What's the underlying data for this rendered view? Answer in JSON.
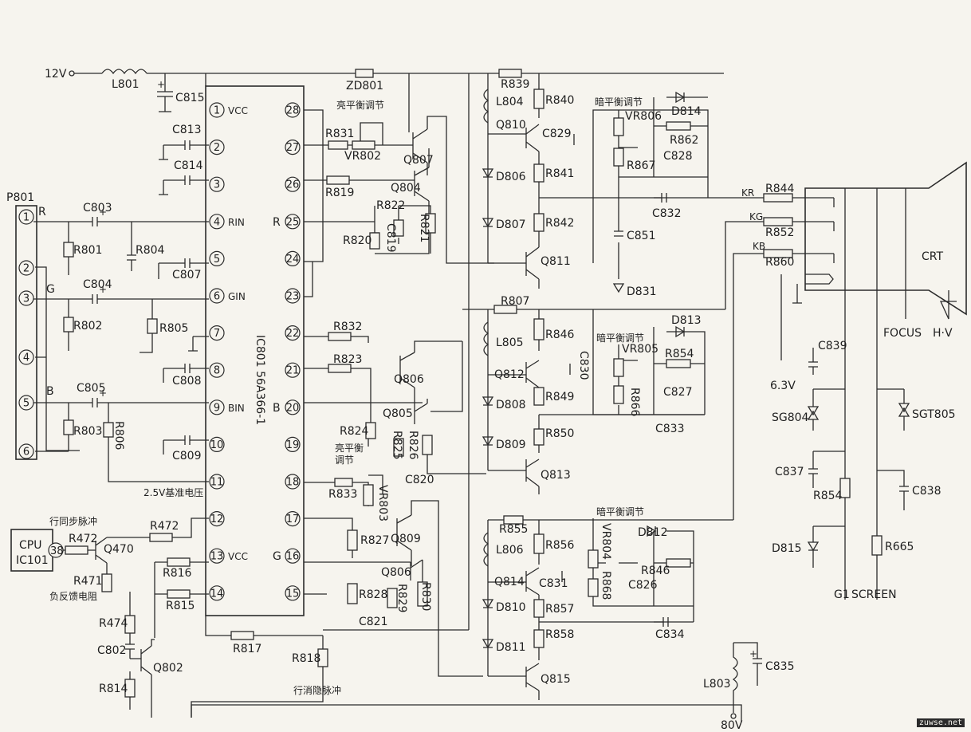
{
  "supply": {
    "v12": "12V",
    "v80": "80V",
    "v63": "6.3V"
  },
  "ic": {
    "name": "IC801  56A366-1",
    "left_pins": [
      {
        "n": "1",
        "label": "VCC"
      },
      {
        "n": "2",
        "label": ""
      },
      {
        "n": "3",
        "label": ""
      },
      {
        "n": "4",
        "label": "RIN"
      },
      {
        "n": "5",
        "label": ""
      },
      {
        "n": "6",
        "label": "GIN"
      },
      {
        "n": "7",
        "label": ""
      },
      {
        "n": "8",
        "label": ""
      },
      {
        "n": "9",
        "label": "BIN"
      },
      {
        "n": "10",
        "label": ""
      },
      {
        "n": "11",
        "label": ""
      },
      {
        "n": "12",
        "label": ""
      },
      {
        "n": "13",
        "label": "VCC"
      },
      {
        "n": "14",
        "label": ""
      }
    ],
    "right_pins": [
      {
        "n": "28",
        "label": ""
      },
      {
        "n": "27",
        "label": ""
      },
      {
        "n": "26",
        "label": ""
      },
      {
        "n": "25",
        "label": "R"
      },
      {
        "n": "24",
        "label": ""
      },
      {
        "n": "23",
        "label": ""
      },
      {
        "n": "22",
        "label": ""
      },
      {
        "n": "21",
        "label": ""
      },
      {
        "n": "20",
        "label": "B"
      },
      {
        "n": "19",
        "label": ""
      },
      {
        "n": "18",
        "label": ""
      },
      {
        "n": "17",
        "label": ""
      },
      {
        "n": "16",
        "label": "G"
      },
      {
        "n": "15",
        "label": ""
      }
    ]
  },
  "connector": {
    "name": "P801",
    "pins": [
      "1",
      "2",
      "3",
      "4",
      "5",
      "6"
    ],
    "signals": {
      "r": "R",
      "g": "G",
      "b": "B"
    }
  },
  "cpu": {
    "line1": "CPU",
    "line2": "IC101",
    "pin": "38"
  },
  "notes": {
    "ref_2v5": "2.5V基准电压",
    "hsync": "行同步脉冲",
    "neg_fb": "负反馈电阻",
    "hblank": "行消隐脉冲",
    "bright_top": "亮平衡调节",
    "bright_mid_1": "亮平衡",
    "bright_mid_2": "调节",
    "dark_r": "暗平衡调节",
    "dark_g": "暗平衡调节",
    "dark_b": "暗平衡调节"
  },
  "crt": {
    "label": "CRT",
    "focus": "FOCUS",
    "hv": "H·V",
    "g1": "G1",
    "screen": "SCREEN",
    "kr": "KR",
    "kg": "KG",
    "kb": "KB"
  },
  "components": {
    "L801": "L801",
    "C815": "C815",
    "C813": "C813",
    "C814": "C814",
    "C803": "C803",
    "R801": "R801",
    "R804": "R804",
    "C807": "C807",
    "C804": "C804",
    "R802": "R802",
    "R805": "R805",
    "C808": "C808",
    "C805": "C805",
    "R803": "R803",
    "R806": "R806",
    "C809": "C809",
    "R472": "R472",
    "Q470": "Q470",
    "R471": "R471",
    "R474": "R474",
    "R816": "R816",
    "R815": "R815",
    "C802": "C802",
    "Q802": "Q802",
    "R814": "R814",
    "R817": "R817",
    "R818": "R818",
    "ZD801": "ZD801",
    "R831": "R831",
    "VR802": "VR802",
    "Q807": "Q807",
    "R819": "R819",
    "Q804": "Q804",
    "R822": "R822",
    "R821": "R821",
    "R820": "R820",
    "C819": "C819",
    "R832": "R832",
    "R823": "R823",
    "Q806a": "Q806",
    "Q805": "Q805",
    "R824": "R824",
    "R825": "R825",
    "R826": "R826",
    "C820": "C820",
    "R833": "R833",
    "VR803": "VR803",
    "R827": "R827",
    "Q809": "Q809",
    "Q806b": "Q806",
    "R828": "R828",
    "R829": "R829",
    "R830": "R830",
    "C821": "C821",
    "R839": "R839",
    "L804": "L804",
    "R840": "R840",
    "Q810": "Q810",
    "C829": "C829",
    "D806": "D806",
    "R841": "R841",
    "D807": "D807",
    "R842": "R842",
    "Q811": "Q811",
    "R807": "R807",
    "L805": "L805",
    "R846a": "R846",
    "C830": "C830",
    "Q812": "Q812",
    "D808": "D808",
    "R849": "R849",
    "D809": "D809",
    "R850": "R850",
    "Q813": "Q813",
    "R855": "R855",
    "L806": "L806",
    "R856": "R856",
    "Q814": "Q814",
    "C831": "C831",
    "D810": "D810",
    "R857": "R857",
    "D811": "D811",
    "R858": "R858",
    "Q815": "Q815",
    "VR806": "VR806",
    "D814": "D814",
    "R862": "R862",
    "C828": "C828",
    "R867": "R867",
    "C832": "C832",
    "C851": "C851",
    "D831": "D831",
    "VR805": "VR805",
    "D813": "D813",
    "R854a": "R854",
    "C827": "C827",
    "R866": "R866",
    "C833": "C833",
    "VR804": "VR804",
    "D812": "D812",
    "R846b": "R846",
    "C826": "C826",
    "R868": "R868",
    "C834": "C834",
    "R844": "R844",
    "R852": "R852",
    "R860": "R860",
    "C839": "C839",
    "SG804": "SG804",
    "SGT805": "SGT805",
    "C837": "C837",
    "R854b": "R854",
    "C838": "C838",
    "D815": "D815",
    "R665": "R665",
    "L803": "L803",
    "C835": "C835"
  },
  "watermark": "zuwse.net",
  "colors": {
    "ink": "#2b2b2b",
    "paper": "#f6f4ee"
  }
}
